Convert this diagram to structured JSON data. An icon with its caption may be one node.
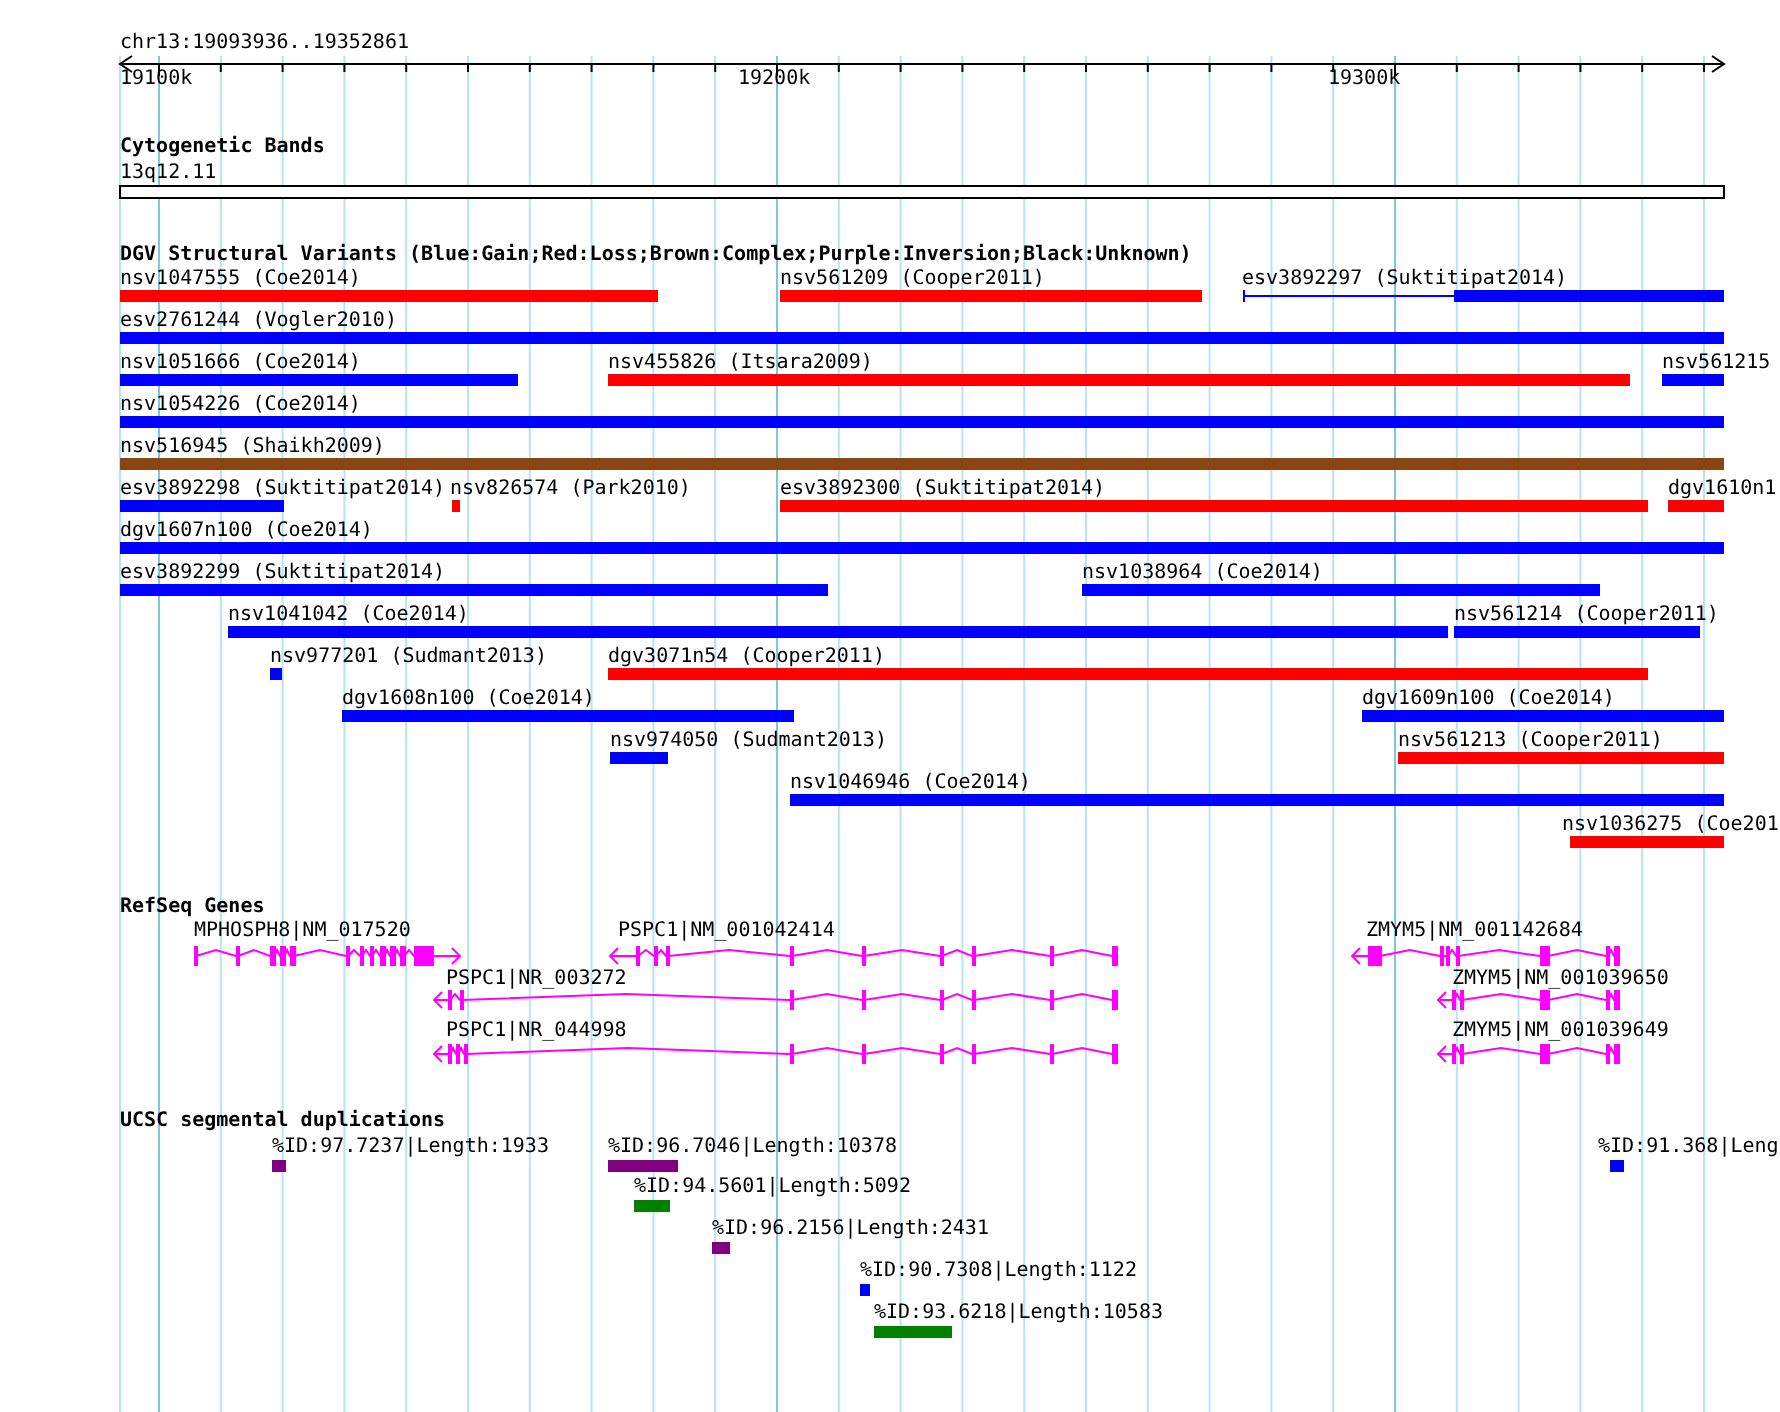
{
  "diagram": {
    "labels": [
      "chr13:19093936..19352861",
      "19100k",
      "19200k",
      "19300k",
      "Cytogenetic Bands",
      "13q12.11",
      "DGV Structural Variants (Blue:Gain;Red:Loss;Brown:Complex;Purple:Inversion;Black:Unknown)",
      "nsv1047555 (Coe2014)",
      "nsv561209 (Cooper2011)",
      "esv3892297 (Suktitipat2014)",
      "esv2761244 (Vogler2010)",
      "nsv1051666 (Coe2014)",
      "nsv455826 (Itsara2009)",
      "nsv561215",
      "nsv1054226 (Coe2014)",
      "nsv516945 (Shaikh2009)",
      "esv3892298 (Suktitipat2014)",
      "nsv826574 (Park2010)",
      "esv3892300 (Suktitipat2014)",
      "dgv1610n1",
      "dgv1607n100 (Coe2014)",
      "esv3892299 (Suktitipat2014)",
      "nsv1038964 (Coe2014)",
      "nsv1041042 (Coe2014)",
      "nsv561214 (Cooper2011)",
      "nsv977201 (Sudmant2013)",
      "dgv3071n54 (Cooper2011)",
      "dgv1608n100 (Coe2014)",
      "dgv1609n100 (Coe2014)",
      "nsv974050 (Sudmant2013)",
      "nsv561213 (Cooper2011)",
      "nsv1046946 (Coe2014)",
      "nsv1036275 (Coe201",
      "RefSeq Genes",
      "MPHOSPH8|NM_017520",
      "PSPC1|NM_001042414",
      "ZMYM5|NM_001142684",
      "PSPC1|NR_003272",
      "ZMYM5|NM_001039650",
      "PSPC1|NR_044998",
      "ZMYM5|NM_001039649",
      "UCSC segmental duplications",
      "%ID:97.7237|Length:1933",
      "%ID:96.7046|Length:10378",
      "%ID:91.368|Leng",
      "%ID:94.5601|Length:5092",
      "%ID:96.2156|Length:2431",
      "%ID:90.7308|Length:1122",
      "%ID:93.6218|Length:10583"
    ]
  }
}
